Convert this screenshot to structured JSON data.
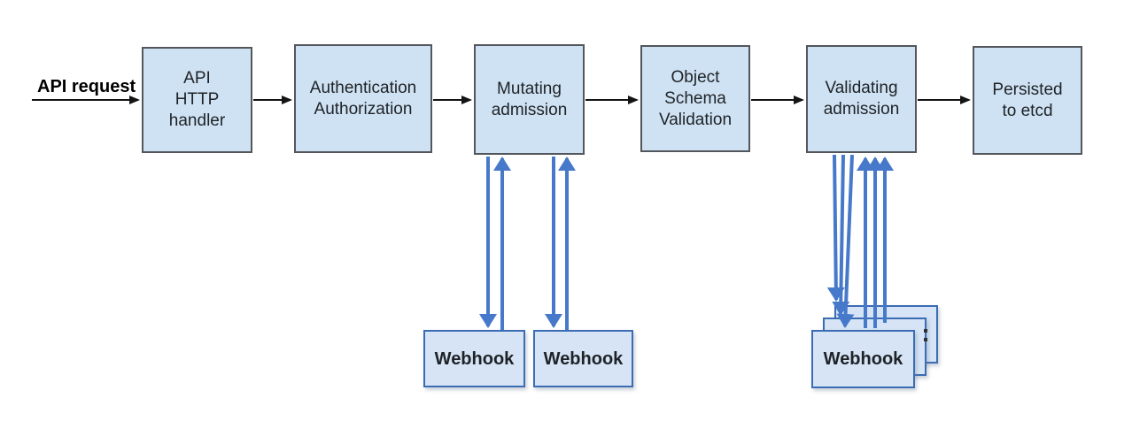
{
  "api_request": {
    "label": "API request"
  },
  "pipeline": [
    {
      "label": "API\nHTTP\nhandler"
    },
    {
      "label": "Authentication\nAuthorization"
    },
    {
      "label": "Mutating\nadmission"
    },
    {
      "label": "Object\nSchema\nValidation"
    },
    {
      "label": "Validating\nadmission"
    },
    {
      "label": "Persisted\nto etcd"
    }
  ],
  "mutating_webhooks": [
    {
      "label": "Webhook"
    },
    {
      "label": "Webhook"
    }
  ],
  "validating_webhooks": {
    "front": {
      "label": "Webhook"
    }
  },
  "colors": {
    "box_fill": "#cfe2f3",
    "box_border": "#53575c",
    "webhook_fill": "#d6e4f5",
    "webhook_border": "#3b6cb4",
    "arrow_blue": "#4679c9",
    "arrow_black": "#141414",
    "text": "#1e2226"
  }
}
